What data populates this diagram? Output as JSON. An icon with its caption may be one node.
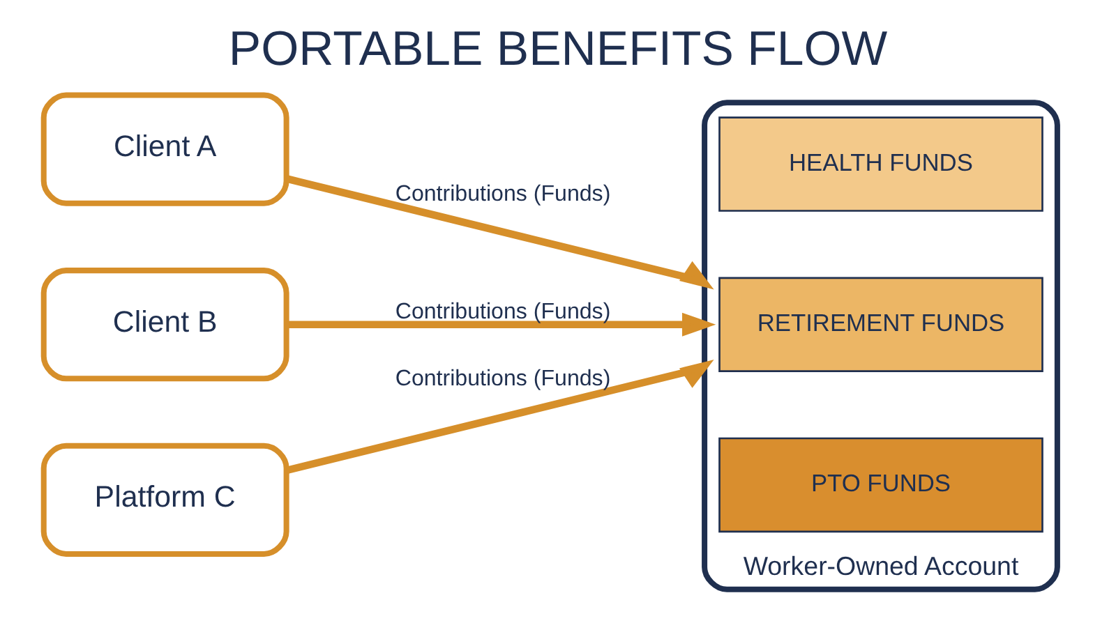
{
  "diagram": {
    "title": "PORTABLE BENEFITS FLOW",
    "nodes": [
      {
        "text": [
          "Client A"
        ]
      },
      {
        "text": [
          "Client B"
        ]
      },
      {
        "text": [
          "Platform C"
        ]
      },
      {
        "text": [
          "Worker-Owned Account"
        ]
      },
      {
        "text": [
          "HEALTH FUNDS"
        ],
        "in": 3
      },
      {
        "text": [
          "RETIREMENT FUNDS"
        ],
        "in": 3
      },
      {
        "text": [
          "PTO FUNDS"
        ],
        "in": 3
      }
    ],
    "edges": [
      {
        "from": 0,
        "to": 3,
        "arrow": "to",
        "label": "Contributions (Funds)"
      },
      {
        "from": 1,
        "to": 3,
        "arrow": "to",
        "label": "Contributions (Funds)"
      },
      {
        "from": 2,
        "to": 3,
        "arrow": "to",
        "label": "Contributions (Funds)"
      }
    ]
  }
}
